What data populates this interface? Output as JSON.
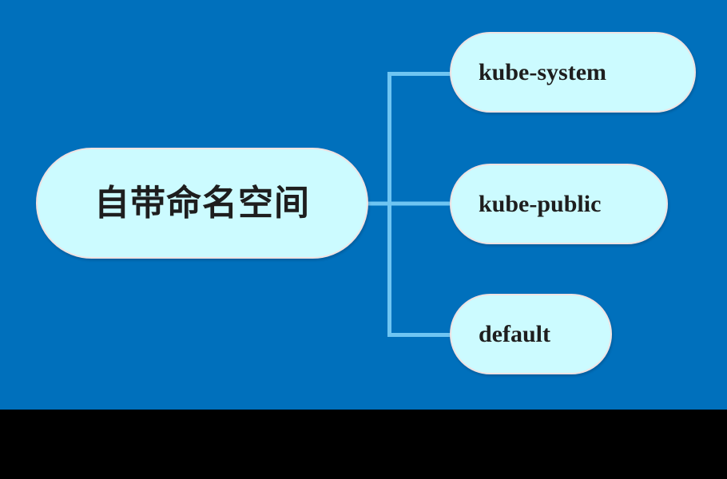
{
  "canvas": {
    "background_color": "#0070bc",
    "bottom_bar_color": "#000000",
    "node_fill_color": "#ccfbff",
    "node_border_color": "#efe2e2",
    "connector_color": "#6fc5f2",
    "text_color": "#1e1e1e"
  },
  "diagram": {
    "type": "mindmap",
    "root": {
      "label": "自带命名空间"
    },
    "children": [
      {
        "label": "kube-system"
      },
      {
        "label": "kube-public"
      },
      {
        "label": "default"
      }
    ]
  }
}
